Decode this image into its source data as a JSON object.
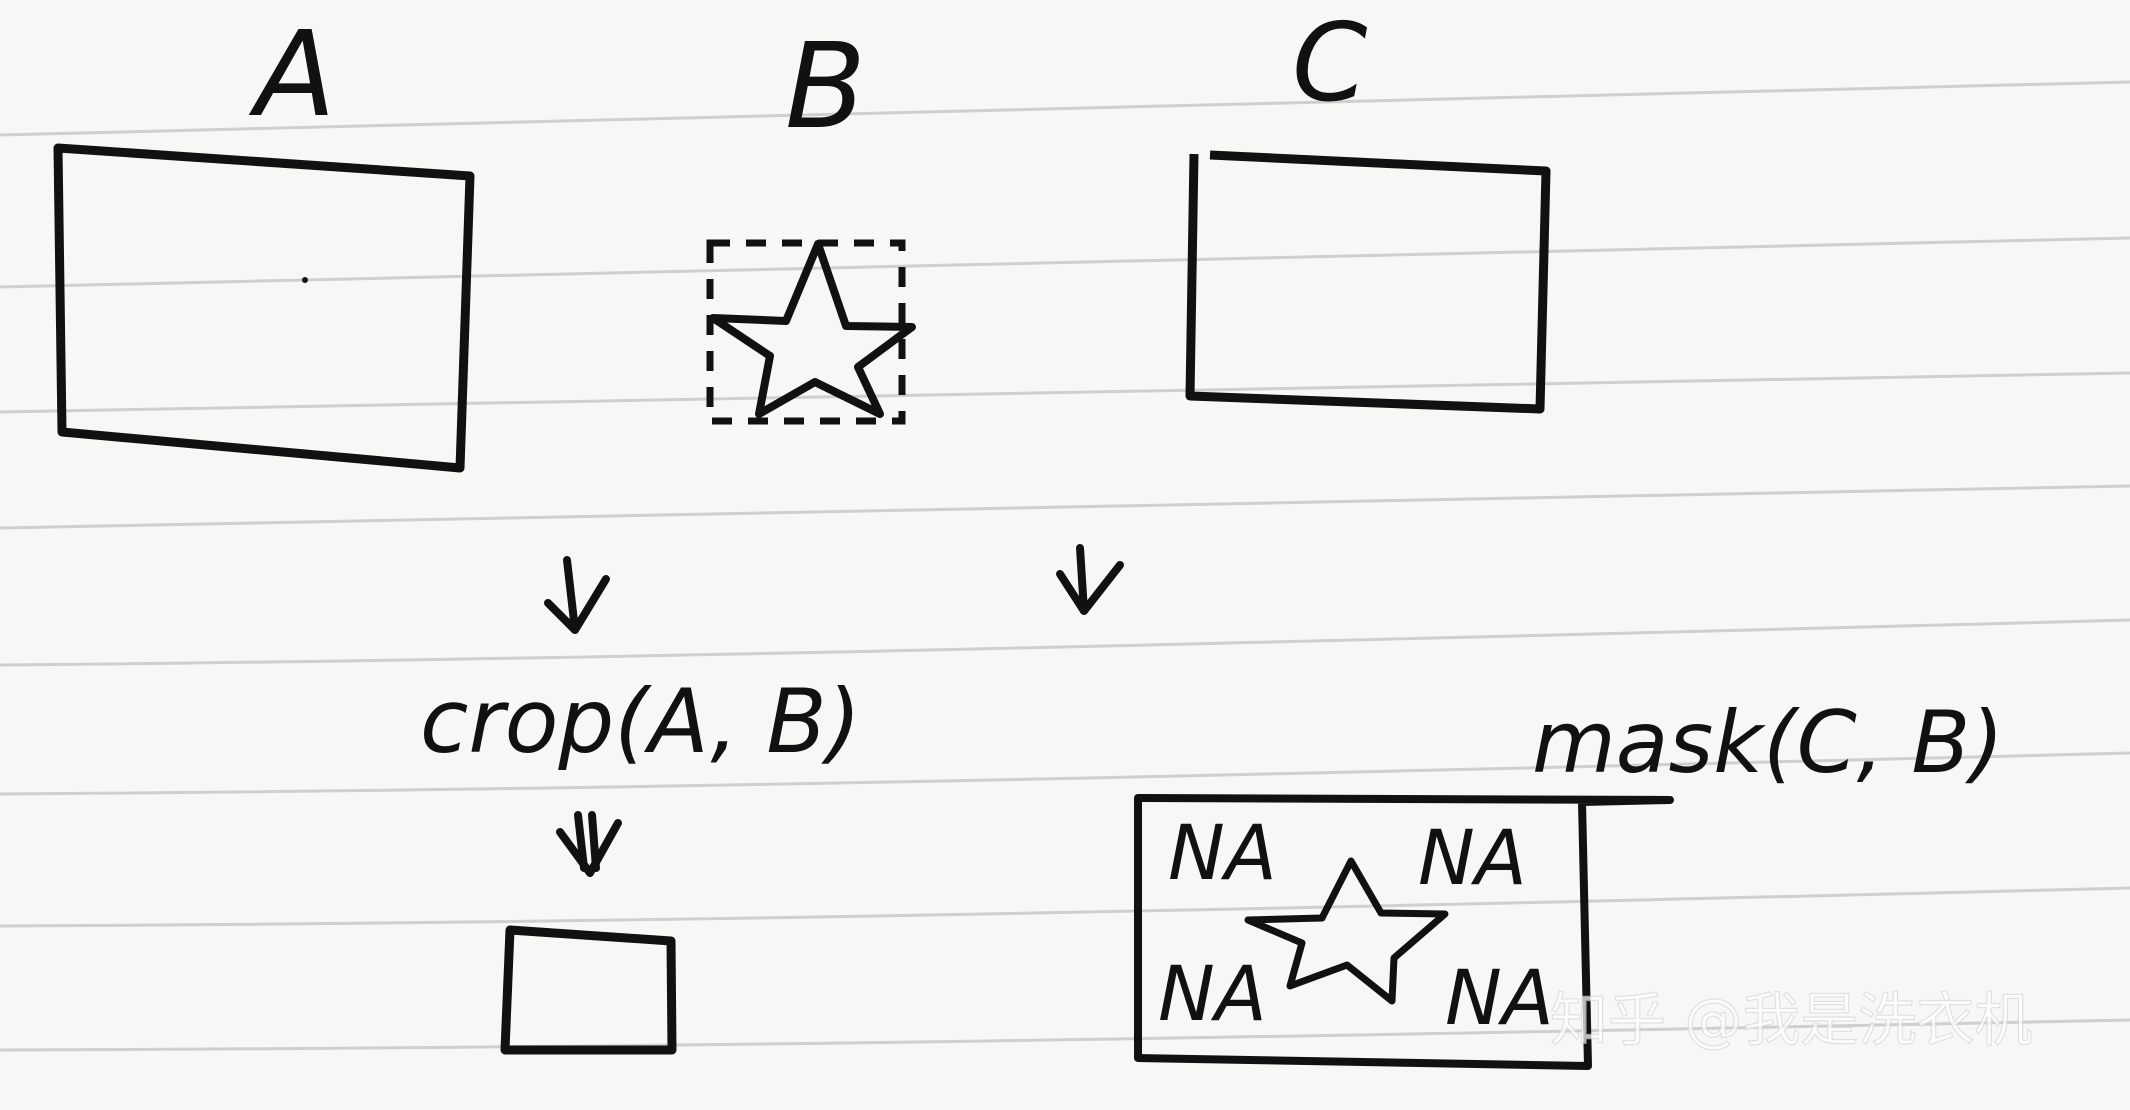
{
  "labels": {
    "a": "A",
    "b": "B",
    "c": "C",
    "crop": "crop(A, B)",
    "mask": "mask(C, B)"
  },
  "masked_cells": [
    "NA",
    "NA",
    "NA",
    "NA"
  ],
  "watermark": "知乎 @我是洗衣机",
  "colors": {
    "paper": "#f7f7f5",
    "ink": "#111111",
    "ruled_line": "#cfcfcf"
  },
  "icons": [
    "star-icon",
    "arrow-down-icon",
    "double-arrow-down-icon"
  ]
}
